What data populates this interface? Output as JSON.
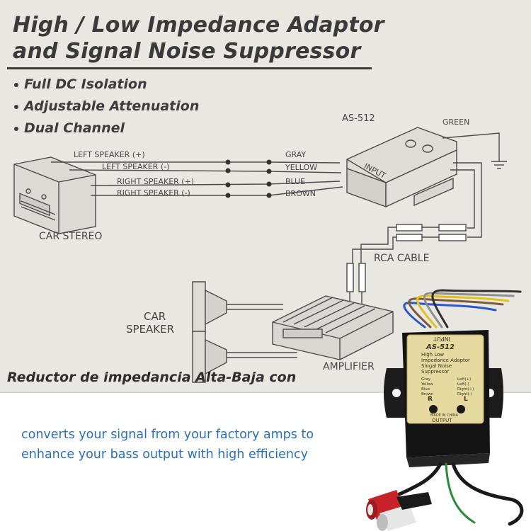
{
  "title": {
    "line1": "High / Low Impedance Adaptor",
    "line2": "and Signal Noise Suppressor"
  },
  "features": [
    "Full DC Isolation",
    "Adjustable Attenuation",
    "Dual Channel"
  ],
  "diagram": {
    "model": "AS-512",
    "ground_wire": "GREEN",
    "input_label": "INPUT",
    "wires": [
      {
        "speaker": "LEFT SPEAKER (+)",
        "color_name": "GRAY"
      },
      {
        "speaker": "LEFT SPEAKER (-)",
        "color_name": "YELLOW"
      },
      {
        "speaker": "RIGHT SPEAKER (+)",
        "color_name": "BLUE"
      },
      {
        "speaker": "RIGHT SPEAKER (-)",
        "color_name": "BROWN"
      }
    ],
    "car_stereo": "CAR STEREO",
    "rca_cable": "RCA CABLE",
    "car_speaker_line1": "CAR",
    "car_speaker_line2": "SPEAKER",
    "amplifier": "AMPLIFIER"
  },
  "spanish_heading": "Reductor de impedancia Alta-Baja con",
  "caption": {
    "line1": "converts your signal from your factory amps to",
    "line2": "enhance your bass output with high efficiency"
  },
  "product": {
    "input_label": "INPUT",
    "model": "AS-512",
    "desc_line1": "High Low",
    "desc_line2": "Impedance Adaptor",
    "desc_line3": "Singal Noise",
    "desc_line4": "Suppressor",
    "wire_rows": [
      {
        "color": "Gray",
        "channel": "Left(+)"
      },
      {
        "color": "Yellow",
        "channel": "Left(-)"
      },
      {
        "color": "Blue",
        "channel": "Right(+)"
      },
      {
        "color": "Brown",
        "channel": "Right(-)"
      }
    ],
    "knob_r": "R",
    "knob_l": "L",
    "made_in": "MADE IN CHINA",
    "output_label": "OUTPUT"
  },
  "colors": {
    "caption": "#2a6fbd",
    "sheet": "#e9e7e2",
    "panel": "#e6d9a0"
  }
}
